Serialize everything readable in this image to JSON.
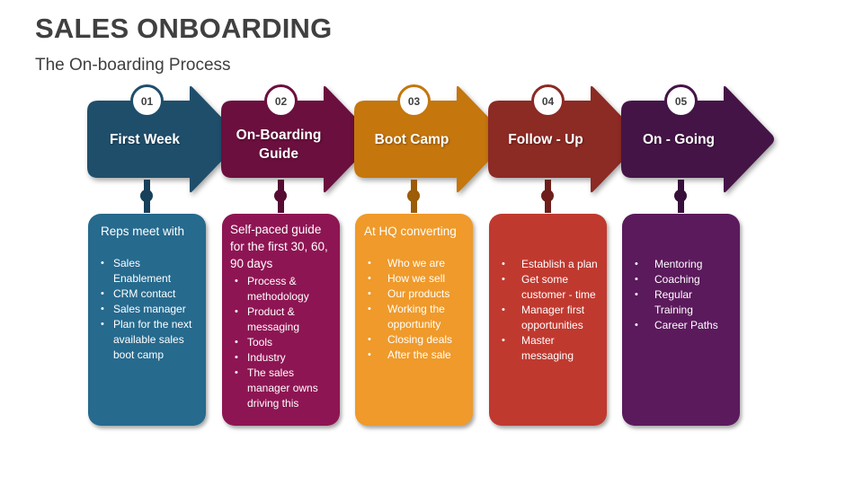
{
  "header": {
    "title": "SALES ONBOARDING",
    "subtitle": "The On-boarding Process"
  },
  "steps": [
    {
      "number": "01",
      "label": "First Week",
      "color": "#1F4E6B",
      "dark": "#17405A",
      "card_color": "#266A8E",
      "card": {
        "heading": "Reps meet with",
        "items": [
          "Sales Enablement",
          "CRM contact",
          "Sales manager",
          "Plan for the next available sales boot camp"
        ]
      }
    },
    {
      "number": "02",
      "label": "On-Boarding Guide",
      "color": "#6B0F3E",
      "dark": "#560B32",
      "card_color": "#8E1553",
      "card": {
        "heading": "Self-paced guide for the first 30, 60, 90 days",
        "items": [
          "Process & methodology",
          "Product & messaging",
          "Tools",
          "Industry",
          "The sales manager owns driving this"
        ]
      }
    },
    {
      "number": "03",
      "label": "Boot Camp",
      "color": "#C5760D",
      "dark": "#9C5C08",
      "card_color": "#EF9A2B",
      "card": {
        "heading": "At HQ converting",
        "items": [
          "Who we are",
          "How we sell",
          "Our products",
          "Working the opportunity",
          "Closing deals",
          "After the sale"
        ]
      }
    },
    {
      "number": "04",
      "label": "Follow - Up",
      "color": "#8C2A24",
      "dark": "#6E1F1B",
      "card_color": "#C0392F",
      "card": {
        "heading": "",
        "items": [
          "Establish a plan",
          "Get some customer - time",
          "Manager first opportunities",
          "Master messaging"
        ]
      }
    },
    {
      "number": "05",
      "label": "On - Going",
      "color": "#441446",
      "dark": "#36103A",
      "card_color": "#5B1A5C",
      "card": {
        "heading": "",
        "items": [
          "Mentoring",
          "Coaching",
          "Regular Training",
          "Career  Paths"
        ]
      }
    }
  ]
}
